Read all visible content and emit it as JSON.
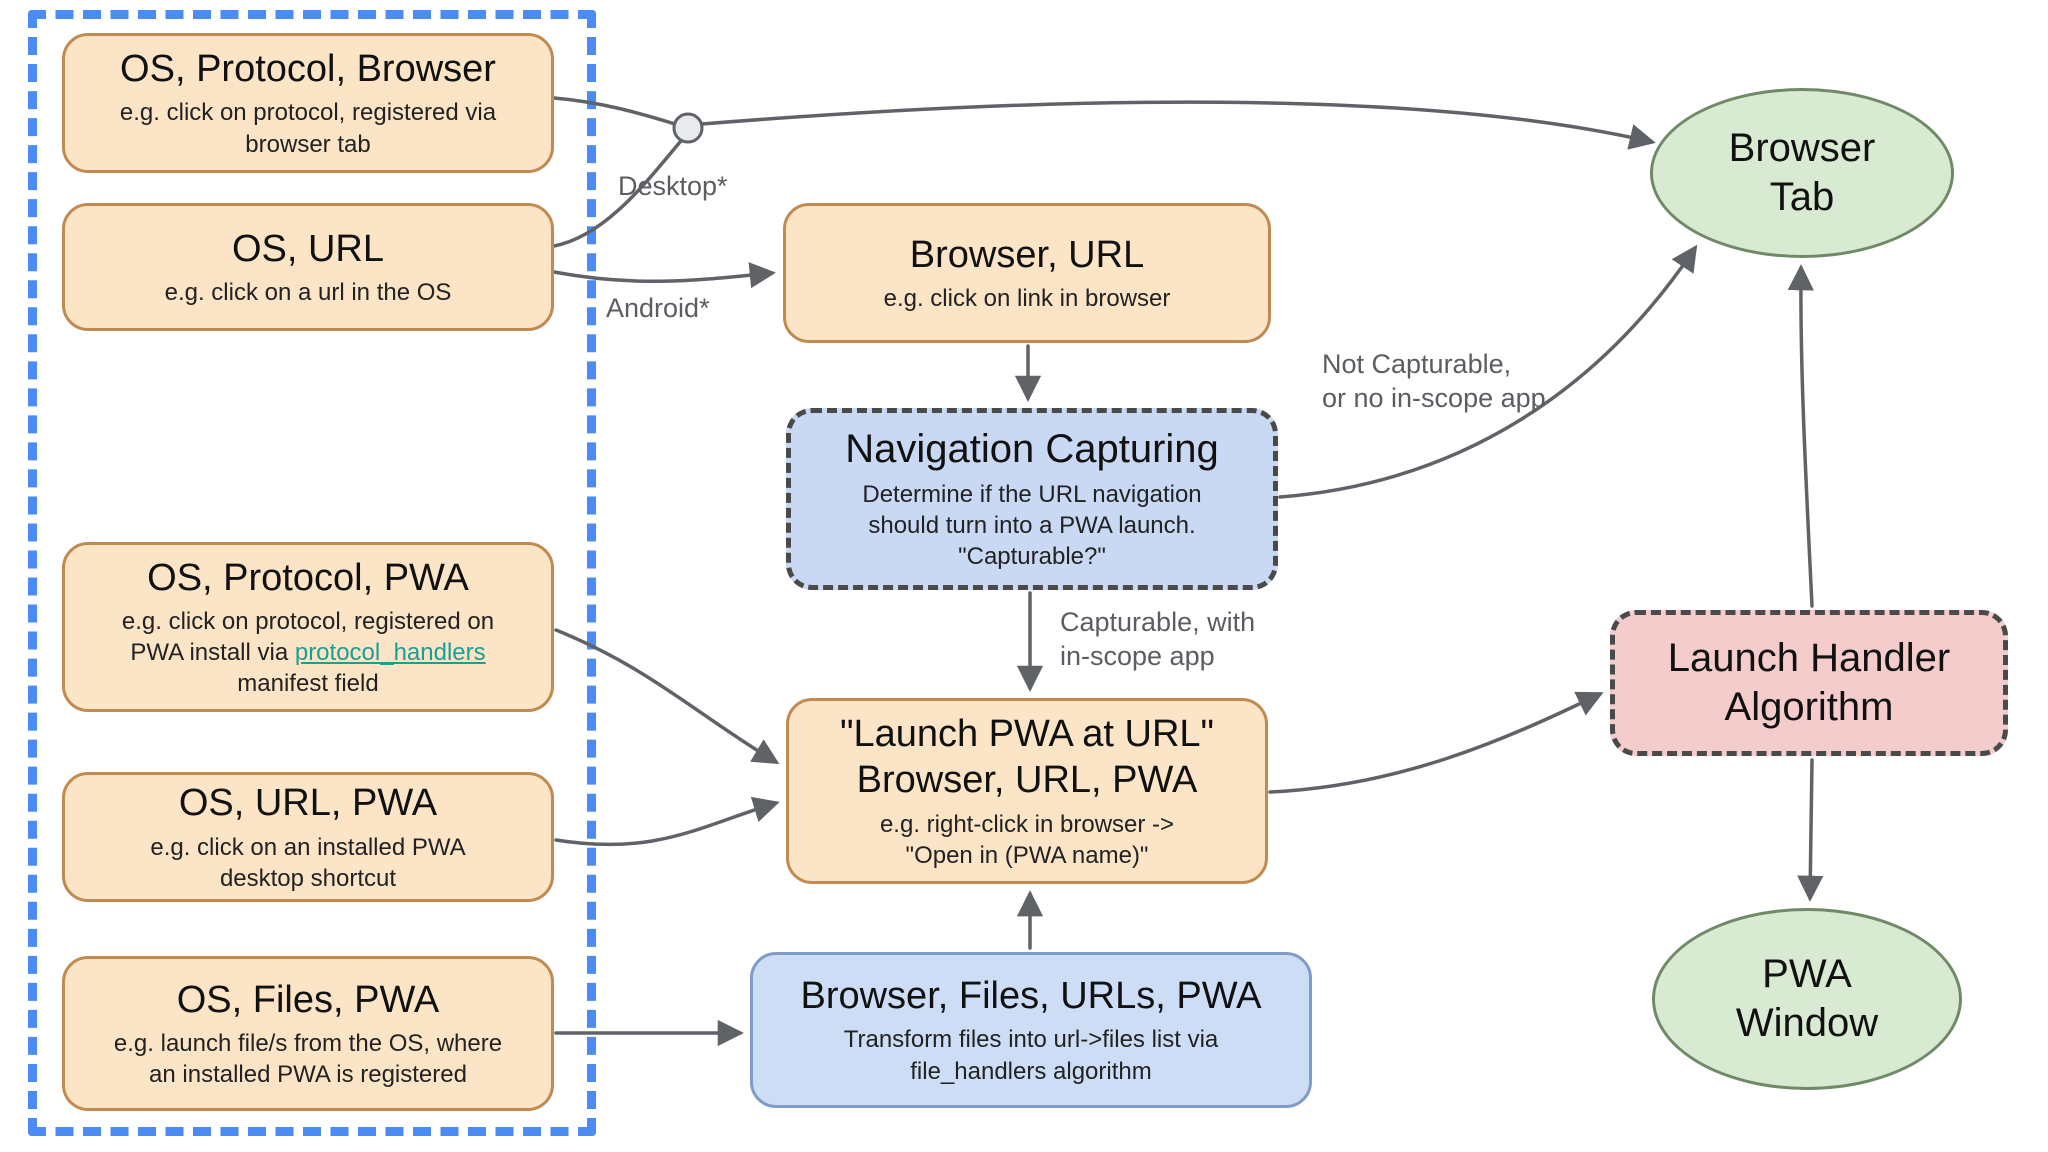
{
  "nodes": {
    "os_protocol_browser": {
      "title": "OS, Protocol, Browser",
      "desc": "e.g. click on protocol, registered via\nbrowser tab"
    },
    "os_url": {
      "title": "OS, URL",
      "desc": "e.g. click on a url in the OS"
    },
    "os_protocol_pwa": {
      "title": "OS, Protocol, PWA",
      "desc_pre": "e.g. click on protocol, registered on\nPWA install via ",
      "link_text": "protocol_handlers",
      "desc_post": "\nmanifest field"
    },
    "os_url_pwa": {
      "title": "OS, URL, PWA",
      "desc": "e.g. click on an installed PWA\ndesktop shortcut"
    },
    "os_files_pwa": {
      "title": "OS, Files, PWA",
      "desc": "e.g. launch file/s from the OS, where\nan installed PWA is registered"
    },
    "browser_url": {
      "title": "Browser, URL",
      "desc": "e.g. click on link in browser"
    },
    "navigation_capturing": {
      "title": "Navigation Capturing",
      "desc": "Determine if the URL navigation\nshould turn into a PWA launch.\n\"Capturable?\""
    },
    "launch_pwa_at_url": {
      "title": "\"Launch PWA at URL\"\nBrowser, URL, PWA",
      "desc": "e.g. right-click in browser ->\n\"Open in (PWA name)\""
    },
    "browser_files_urls_pwa": {
      "title": "Browser, Files, URLs, PWA",
      "desc": "Transform files into url->files list via\nfile_handlers algorithm"
    },
    "browser_tab": {
      "title": "Browser\nTab"
    },
    "launch_handler_algorithm": {
      "title": "Launch Handler\nAlgorithm"
    },
    "pwa_window": {
      "title": "PWA\nWindow"
    }
  },
  "edge_labels": {
    "desktop": "Desktop*",
    "android": "Android*",
    "not_capturable": "Not Capturable,\nor no in-scope app",
    "capturable": "Capturable, with\nin-scope app"
  },
  "colors": {
    "source_fill": "#fce4c6",
    "source_border": "#c08a50",
    "process_fill": "#cdddf6",
    "process_border": "#7f9cc9",
    "decision_fill": "#c9d9f4",
    "decision_border": "#4a4a4a",
    "terminal_fill": "#d9ead3",
    "terminal_border": "#708a68",
    "launch_handler_fill": "#f4cccc",
    "container_border": "#4b8bf5",
    "arrow": "#5f6368",
    "link": "#1a9f94"
  }
}
